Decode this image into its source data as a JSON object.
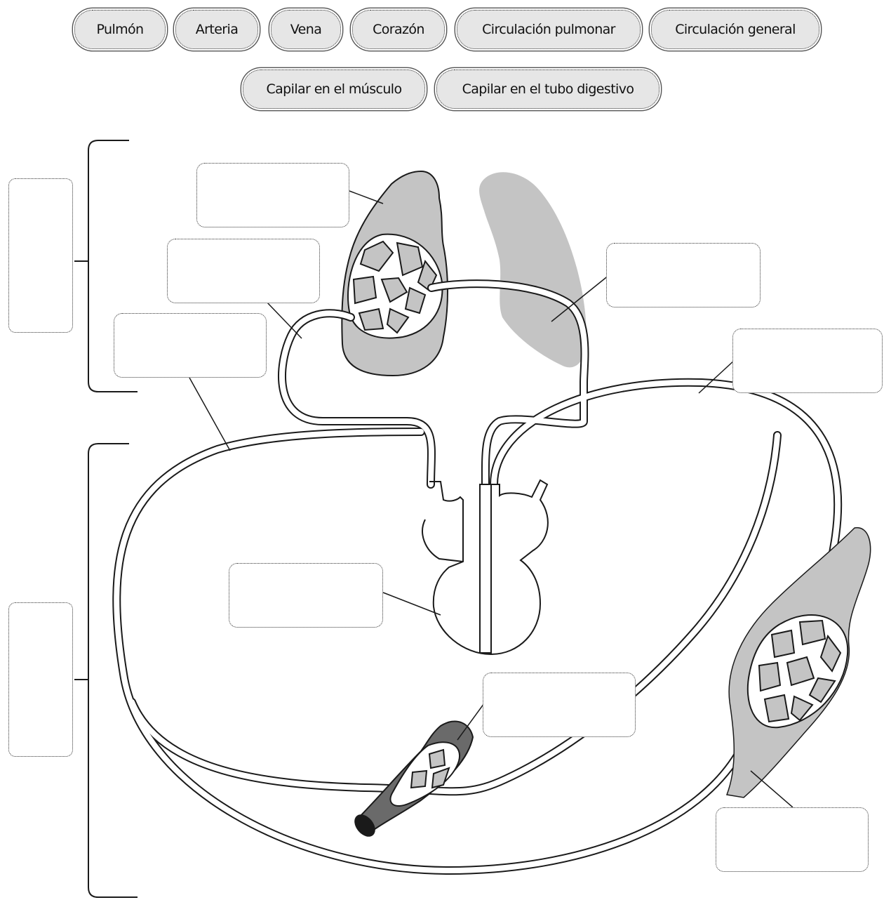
{
  "word_bank": {
    "row1": [
      "Pulmón",
      "Arteria",
      "Vena",
      "Corazón",
      "Circulación pulmonar",
      "Circulación general"
    ],
    "row2": [
      "Capilar en el músculo",
      "Capilar en el tubo digestivo"
    ]
  },
  "answer_boxes": {
    "left_top": "",
    "left_bottom": "",
    "lung": "",
    "vessel_upper_left": "",
    "vessel_mid_left": "",
    "right_upper": "",
    "right_mid": "",
    "heart": "",
    "center_lower": "",
    "bottom_right": ""
  },
  "colors": {
    "organ_fill": "#c4c4c4",
    "outline": "#1a1a1a",
    "chip_fill": "#e6e6e6"
  }
}
